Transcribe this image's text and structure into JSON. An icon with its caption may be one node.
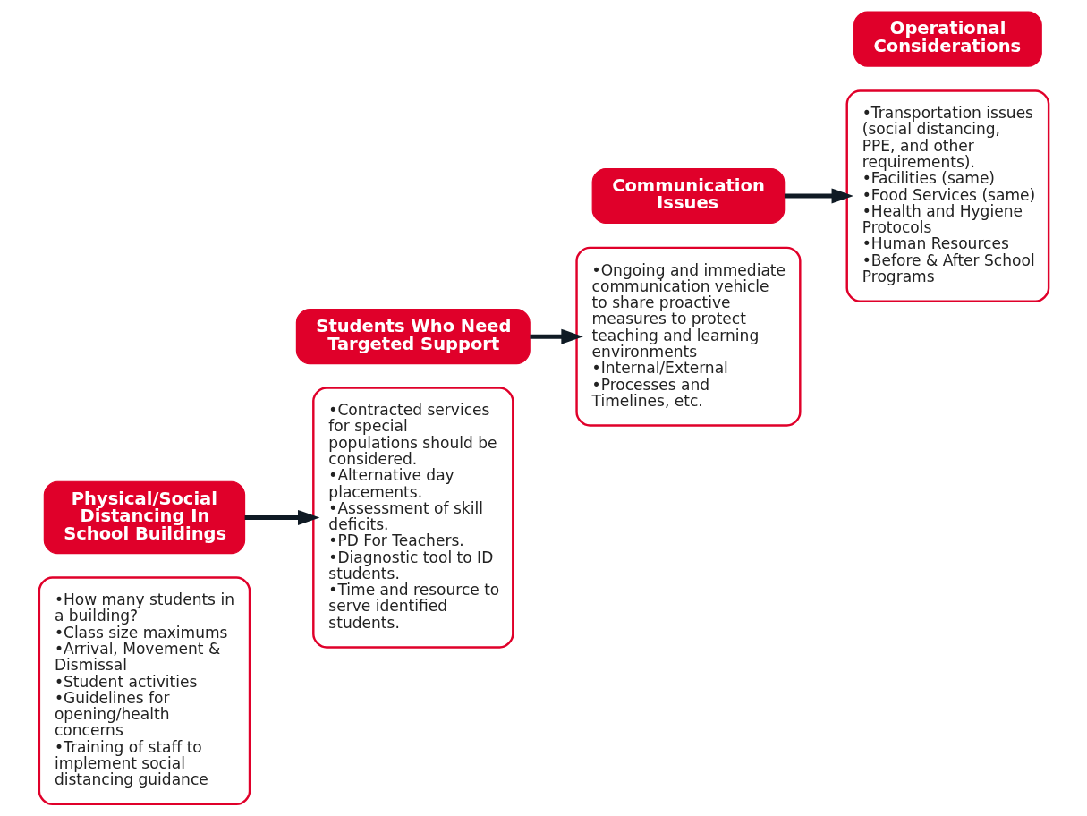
{
  "diagram": {
    "nodes": [
      {
        "text": [
          "•How many students in a building?",
          "•Class size maximums",
          "•Arrival, Movement & Dismissal",
          "•Student activities",
          "•Guidelines for opening/health concerns",
          "•Training of staff to implement social distancing guidance"
        ]
      },
      {
        "text": [
          "Physical/Social Distancing In School Buildings"
        ]
      },
      {
        "text": [
          "Students Who Need Targeted Support"
        ]
      },
      {
        "text": [
          "•Contracted services for special populations should be considered.",
          "•Alternative day placements.",
          "•Assessment of skill deficits.",
          "•PD For Teachers.",
          "•Diagnostic tool to ID students.",
          "•Time and resource to serve identified students."
        ]
      },
      {
        "text": [
          "•Ongoing and immediate communication vehicle to share proactive measures to protect teaching and learning environments",
          "•Internal/External",
          "•Processes and Timelines, etc."
        ]
      },
      {
        "text": [
          "Communication Issues"
        ]
      },
      {
        "text": [
          "Operational Considerations"
        ]
      },
      {
        "text": [
          "•Transportation issues (social distancing, PPE, and other requirements).",
          "•Facilities (same)",
          "•Food Services (same)",
          "•Health and Hygiene Protocols",
          "•Human Resources",
          "•Before & After School Programs"
        ]
      }
    ],
    "edges": [
      {
        "from": 1,
        "to": 3,
        "arrow": "to"
      },
      {
        "from": 2,
        "to": 4,
        "arrow": "to"
      },
      {
        "from": 5,
        "to": 7,
        "arrow": "to"
      }
    ]
  }
}
